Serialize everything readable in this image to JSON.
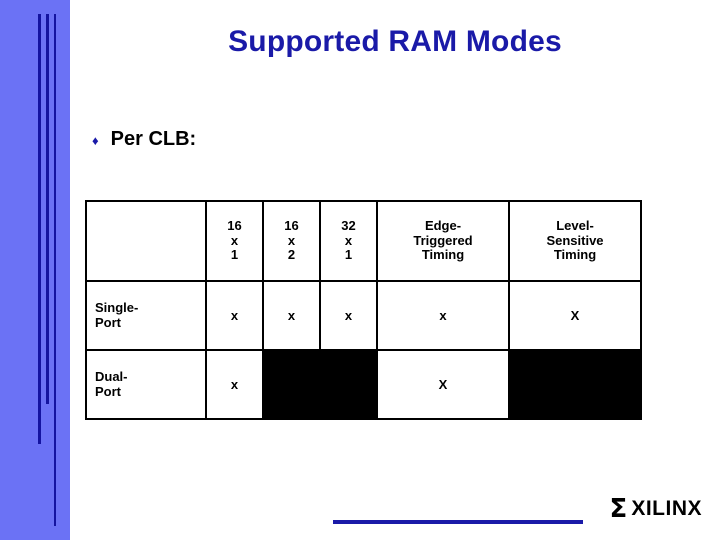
{
  "slide": {
    "title": "Supported RAM Modes",
    "bullet_marker": "♦",
    "bullet_text": "Per CLB:"
  },
  "table": {
    "columns": [
      {
        "id": "rowlabel",
        "lines": []
      },
      {
        "id": "c16x1",
        "lines": [
          "16",
          "x",
          "1"
        ]
      },
      {
        "id": "c16x2",
        "lines": [
          "16",
          "x",
          "2"
        ]
      },
      {
        "id": "c32x1",
        "lines": [
          "32",
          "x",
          "1"
        ]
      },
      {
        "id": "edge",
        "lines": [
          "Edge-",
          "Triggered",
          "Timing"
        ]
      },
      {
        "id": "level",
        "lines": [
          "Level-",
          "Sensitive",
          "Timing"
        ]
      }
    ],
    "rows": [
      {
        "label_lines": [
          "Single-",
          "Port"
        ],
        "cells": [
          {
            "value": "x",
            "filled": false
          },
          {
            "value": "x",
            "filled": false
          },
          {
            "value": "x",
            "filled": false
          },
          {
            "value": "x",
            "filled": false
          },
          {
            "value": "X",
            "filled": false
          }
        ]
      },
      {
        "label_lines": [
          "Dual-",
          "Port"
        ],
        "cells": [
          {
            "value": "x",
            "filled": false
          },
          {
            "value": "",
            "filled": true
          },
          {
            "value": "",
            "filled": true
          },
          {
            "value": "X",
            "filled": false
          },
          {
            "value": "",
            "filled": true
          }
        ]
      }
    ]
  },
  "footer": {
    "logo_mark": "Σ",
    "logo_text": "XILINX"
  },
  "colors": {
    "band": "#6b72f5",
    "band_line": "#1414a0",
    "title": "#1a1aa8",
    "text": "#000000",
    "filled_cell": "#000000"
  }
}
